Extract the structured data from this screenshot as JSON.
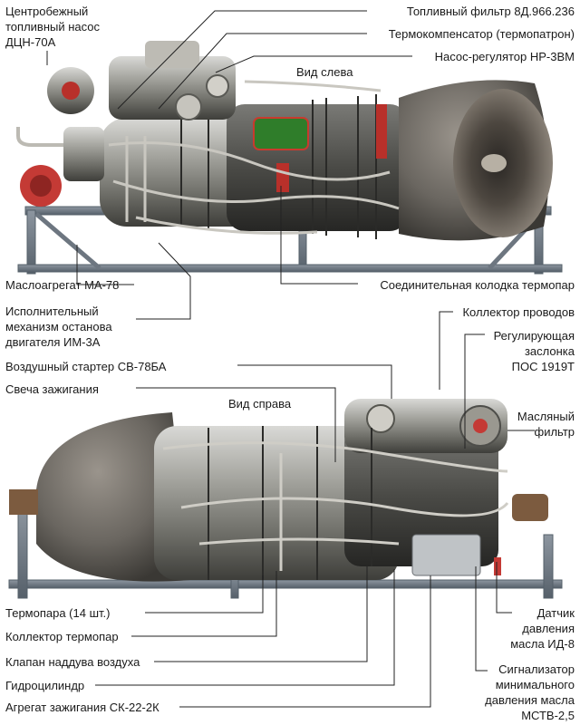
{
  "views": {
    "left": "Вид слева",
    "right": "Вид справа"
  },
  "top_labels": {
    "pump": [
      "Центробежный",
      "топливный насос",
      "ДЦН-70А"
    ],
    "fuel_filter": "Топливный фильтр 8Д.966.236",
    "thermocomp": "Термокомпенсатор (термопатрон)",
    "regulator": "Насос-регулятор НР-3ВМ",
    "oil_unit": "Маслоагрегат МА-78",
    "thermo_box": "Соединительная колодка термопар",
    "stop_mech": [
      "Исполнительный",
      "механизм останова",
      "двигателя ИМ-3А"
    ]
  },
  "bottom_labels": {
    "wire_collector": "Коллектор проводов",
    "air_starter": "Воздушный стартер СВ-78БА",
    "pos_flap": [
      "Регулирующая",
      "заслонка",
      "ПОС 1919Т"
    ],
    "spark": "Свеча зажигания",
    "oil_filter": [
      "Масляный",
      "фильтр"
    ],
    "thermocouple": "Термопара (14 шт.)",
    "thermo_collector": "Коллектор термопар",
    "air_valve": "Клапан наддува воздуха",
    "hydro": "Гидроцилиндр",
    "ignition": "Агрегат зажигания СК-22-2К",
    "oil_sensor": [
      "Датчик",
      "давления",
      "масла ИД-8"
    ],
    "min_pressure": [
      "Сигнализатор",
      "минимального",
      "давления масла",
      "МСТВ-2,5"
    ]
  }
}
